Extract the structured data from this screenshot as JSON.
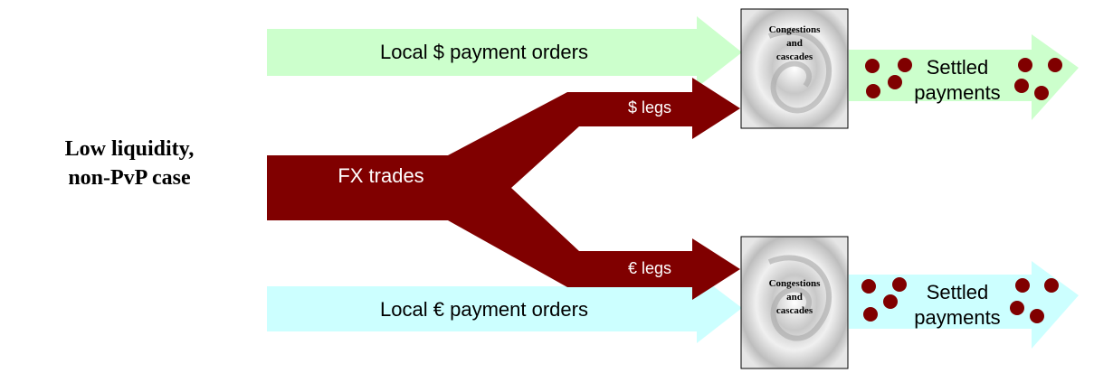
{
  "case_label": {
    "line1": "Low liquidity,",
    "line2": "non-PvP case"
  },
  "flows": {
    "usd_local": "Local $ payment orders",
    "eur_local": "Local € payment orders",
    "fx_trades": "FX trades",
    "usd_legs": "$ legs",
    "eur_legs": "€ legs"
  },
  "boxes": {
    "top": {
      "line1": "Congestions",
      "line2": "and",
      "line3": "cascades"
    },
    "bottom": {
      "line1": "Congestions",
      "line2": "and",
      "line3": "cascades"
    }
  },
  "outputs": {
    "top": {
      "line1": "Settled",
      "line2": "payments"
    },
    "bottom": {
      "line1": "Settled",
      "line2": "payments"
    }
  },
  "colors": {
    "usd_flow": "#ccffcc",
    "eur_flow": "#ccffff",
    "fx_flow": "#800000",
    "dot": "#800000",
    "box_fill": "#d9d9d9"
  }
}
